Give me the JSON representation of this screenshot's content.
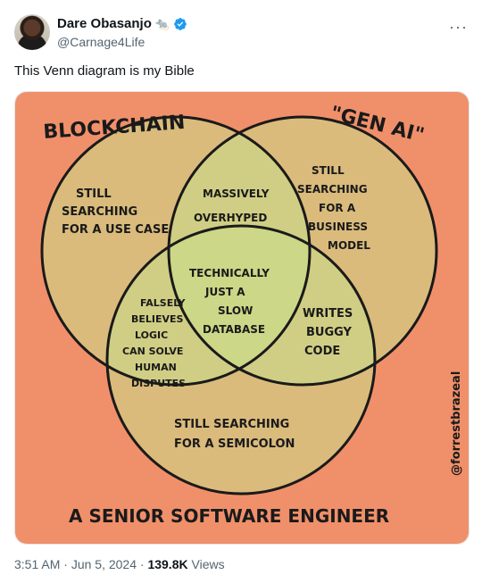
{
  "author": {
    "display_name": "Dare Obasanjo",
    "emoji": "🐀",
    "handle": "@Carnage4Life",
    "verified_color": "#1d9bf0"
  },
  "tweet": {
    "text": "This Venn diagram is my Bible"
  },
  "image": {
    "background_color": "#f0906a",
    "circle_color": "#c9df8a",
    "labels": {
      "blockchain": "BLOCKCHAIN",
      "gen_ai": "\"GEN AI\"",
      "senior": "A SENIOR SOFTWARE ENGINEER",
      "signature": "@forrestbrazeal"
    },
    "regions": {
      "blockchain_only": [
        "STILL",
        "SEARCHING",
        "FOR A USE CASE"
      ],
      "genai_only": [
        "STILL",
        "SEARCHING",
        "FOR A",
        "BUSINESS",
        "MODEL"
      ],
      "blockchain_genai": [
        "MASSIVELY",
        "OVERHYPED"
      ],
      "center": [
        "TECHNICALLY",
        "JUST A",
        "SLOW",
        "DATABASE"
      ],
      "blockchain_senior": [
        "FALSELY",
        "BELIEVES",
        "LOGIC",
        "CAN SOLVE",
        "HUMAN",
        "DISPUTES"
      ],
      "genai_senior": [
        "WRITES",
        "BUGGY",
        "CODE"
      ],
      "senior_only": [
        "STILL SEARCHING",
        "FOR A SEMICOLON"
      ]
    }
  },
  "meta": {
    "time": "3:51 AM",
    "sep1": " · ",
    "date": "Jun 5, 2024",
    "sep2": " · ",
    "views_count": "139.8K",
    "views_label": " Views"
  }
}
